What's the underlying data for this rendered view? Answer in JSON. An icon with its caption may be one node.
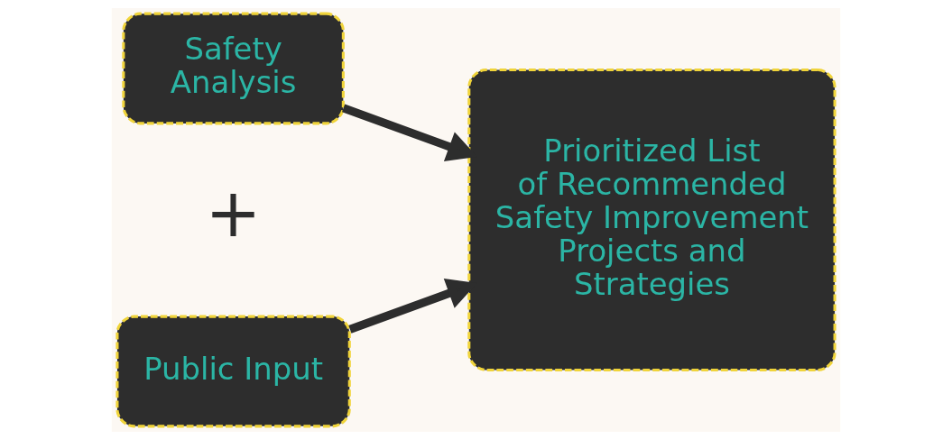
{
  "diagram": {
    "nodes": [
      {
        "text": [
          "Safety Analysis"
        ]
      },
      {
        "text": [
          "Public Input"
        ]
      },
      {
        "text": [
          "Prioritized List of Recommended Safety Improvement Projects and Strategies"
        ]
      }
    ],
    "edges": [
      {
        "from": 0,
        "to": 2,
        "arrow": "to"
      },
      {
        "from": 1,
        "to": 2,
        "arrow": "to"
      }
    ],
    "labels": [
      "+"
    ]
  }
}
